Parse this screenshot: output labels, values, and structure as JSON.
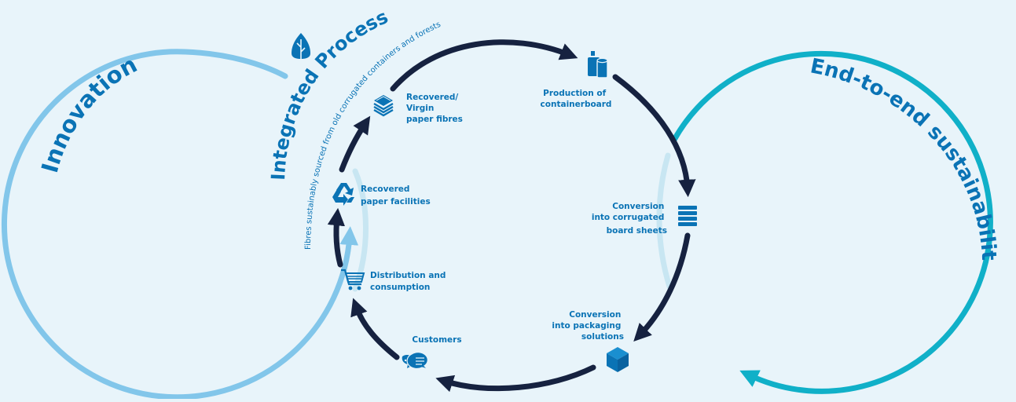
{
  "colors": {
    "background": "#e8f4fa",
    "innovation": "#82c6ea",
    "sustainability": "#10b0c8",
    "cycle": "#162240",
    "accent": "#0a73b5",
    "overlap": "#c8e6f2"
  },
  "titles": {
    "innovation": "Innovation",
    "integrated": "Integrated Process",
    "subtitle": "Fibres sustainably sourced from old corrugated containers and forests",
    "sustainability": "End-to-end sustainability"
  },
  "steps": [
    {
      "lines": [
        "Recovered/",
        "Virgin",
        "paper fibres"
      ],
      "icon": "paper-stack-icon"
    },
    {
      "lines": [
        "Production of",
        "containerboard"
      ],
      "icon": "paper-roll-icon"
    },
    {
      "lines": [
        "Conversion",
        "into corrugated",
        "board sheets"
      ],
      "icon": "board-sheets-icon"
    },
    {
      "lines": [
        "Conversion",
        "into packaging",
        "solutions"
      ],
      "icon": "box-icon"
    },
    {
      "lines": [
        "Customers"
      ],
      "icon": "chat-bubbles-icon"
    },
    {
      "lines": [
        "Distribution and",
        "consumption"
      ],
      "icon": "shopping-cart-icon"
    },
    {
      "lines": [
        "Recovered",
        "paper facilities"
      ],
      "icon": "recycle-icon"
    }
  ],
  "icons": {
    "integrated": "tree-icon"
  }
}
